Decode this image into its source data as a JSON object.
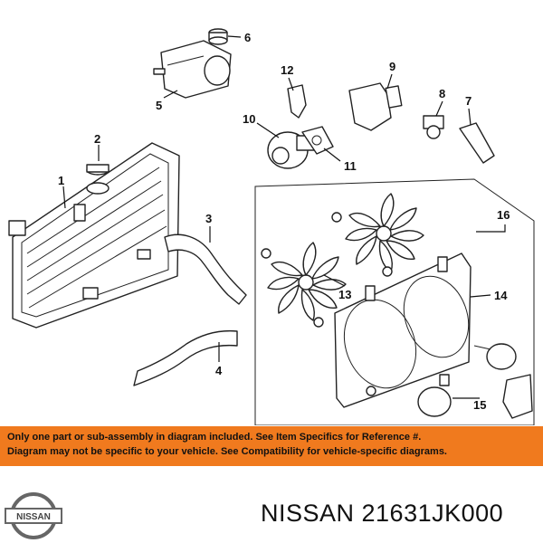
{
  "callouts": [
    "1",
    "2",
    "3",
    "4",
    "5",
    "6",
    "7",
    "8",
    "9",
    "10",
    "11",
    "12",
    "13",
    "14",
    "15",
    "16"
  ],
  "disclaimer": {
    "line1": "Only one part or sub-assembly in diagram included. See Item Specifics for Reference #.",
    "line2": "Diagram may not be specific to your vehicle. See Compatibility for vehicle-specific diagrams."
  },
  "logo": {
    "text": "NISSAN"
  },
  "part_title": "NISSAN 21631JK000",
  "colors": {
    "banner": "#f07a1e",
    "ink": "#111111"
  }
}
